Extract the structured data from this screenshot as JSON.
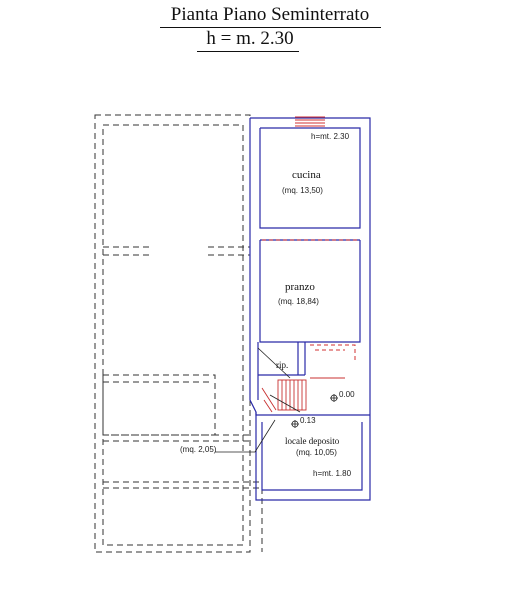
{
  "title": "Pianta Piano  Seminterrato",
  "height_label": "h = m. 2.30",
  "rooms": {
    "cucina": {
      "name": "cucina",
      "area": "(mq. 13,50)",
      "height": "h=mt. 2.30"
    },
    "pranzo": {
      "name": "pranzo",
      "area": "(mq. 18,84)"
    },
    "rip": {
      "name": "rip."
    },
    "deposito": {
      "name": "locale deposito",
      "area": "(mq. 10,05)",
      "height": "h=mt. 1.80"
    },
    "stair_area": "(mq. 2,05)"
  },
  "levels": {
    "upper": "0.00",
    "lower": "0.13"
  },
  "colors": {
    "wall": "#2a2aa8",
    "dashed": "#333333",
    "window": "#d23030",
    "stair": "#c83030"
  }
}
